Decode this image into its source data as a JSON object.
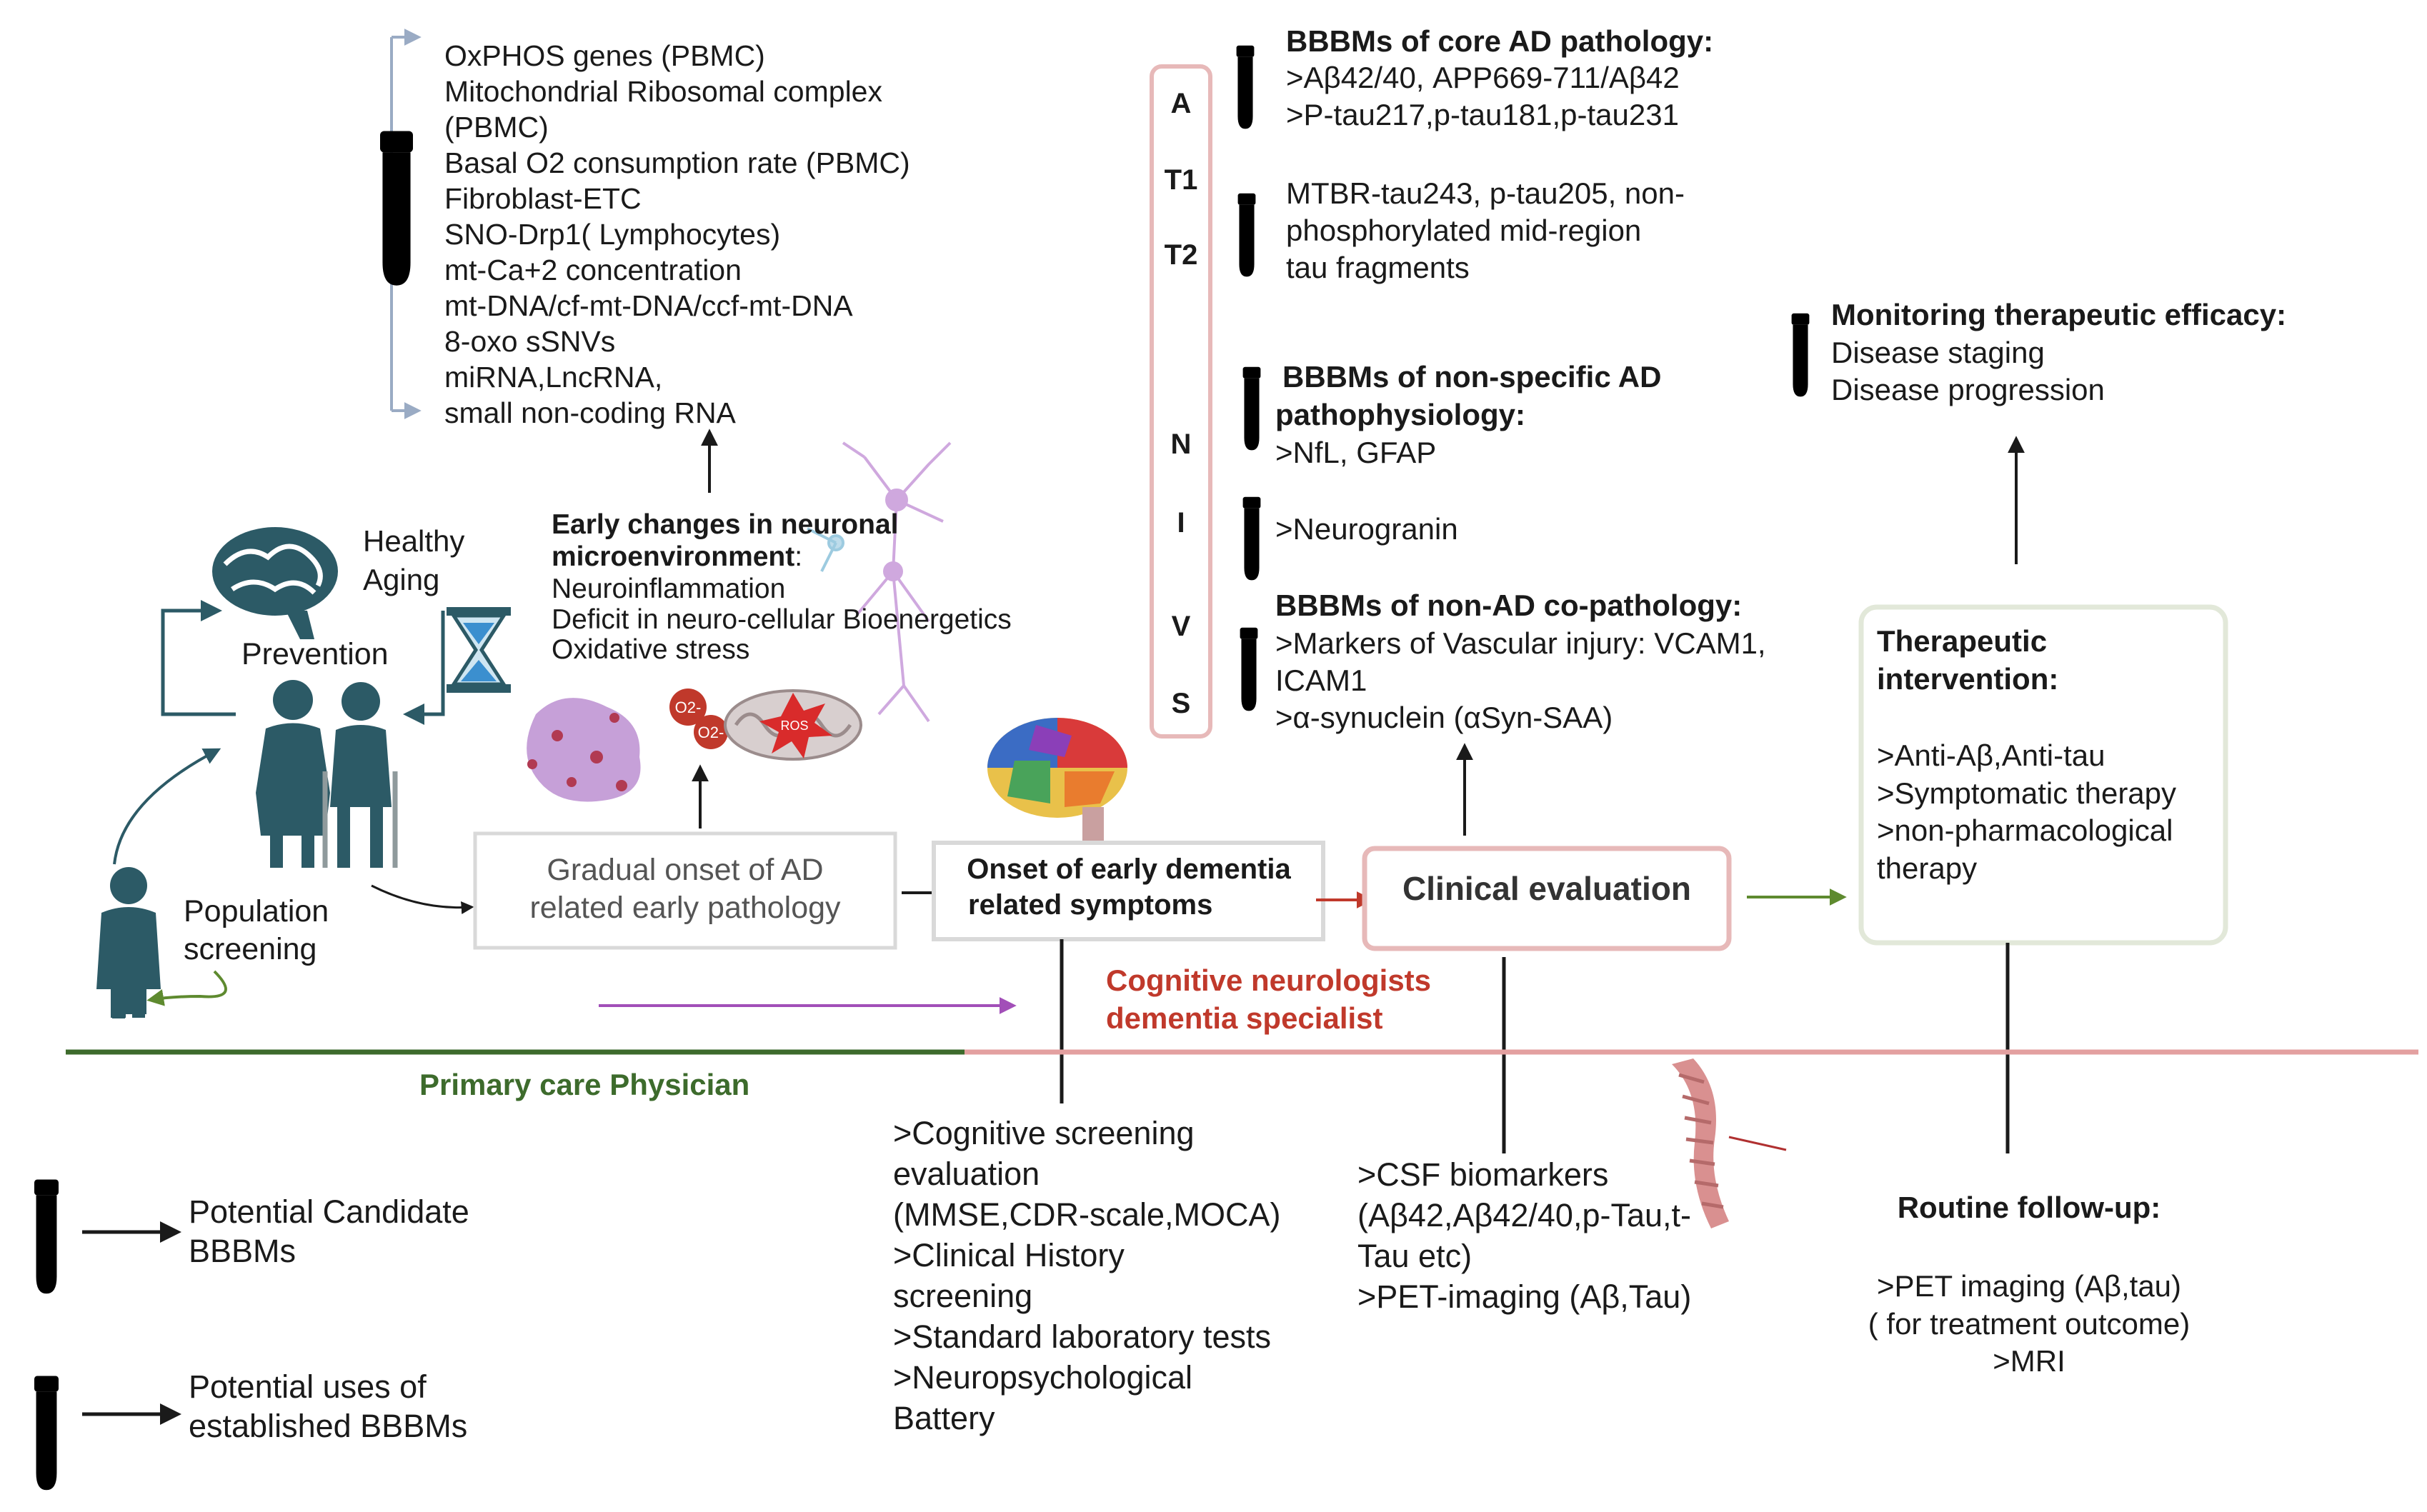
{
  "top_left_list": [
    "OxPHOS genes (PBMC)",
    "Mitochondrial Ribosomal complex",
    "(PBMC)",
    "Basal O2 consumption rate (PBMC)",
    "Fibroblast-ETC",
    "SNO-Drp1( Lymphocytes)",
    "mt-Ca+2 concentration",
    "mt-DNA/cf-mt-DNA/ccf-mt-DNA",
    "8-oxo sSNVs",
    "miRNA,LncRNA,",
    "small non-coding RNA"
  ],
  "healthy_aging": [
    "Healthy",
    "Aging"
  ],
  "prevention": "Prevention",
  "population_screening": [
    "Population",
    "screening"
  ],
  "early_changes": {
    "title_1": "Early changes in neuronal",
    "title_2": "microenvironment",
    "title_suffix": ":",
    "items": [
      "Neuroinflammation",
      "Deficit in neuro-cellular Bioenergetics",
      "Oxidative stress"
    ]
  },
  "ros_labels": [
    "O2-",
    "O2-",
    "ROS"
  ],
  "atn": [
    "A",
    "T1",
    "T2",
    "N",
    "I",
    "V",
    "S"
  ],
  "core_ad": {
    "title": "BBBMs of core AD pathology:",
    "lines": [
      ">Aβ42/40, APP669-711/Aβ42",
      ">P-tau217,p-tau181,p-tau231"
    ]
  },
  "mtbr": [
    "MTBR-tau243, p-tau205, non-",
    "phosphorylated mid-region",
    "tau fragments"
  ],
  "non_specific": {
    "title": [
      "BBBMs of non-specific AD",
      "pathophysiology:"
    ],
    "line": ">NfL, GFAP"
  },
  "neurogranin": ">Neurogranin",
  "co_pathology": {
    "title": "BBBMs of non-AD co-pathology:",
    "lines": [
      ">Markers of Vascular injury: VCAM1,",
      "ICAM1",
      ">α-synuclein (αSyn-SAA)"
    ]
  },
  "monitoring": {
    "title": "Monitoring therapeutic efficacy:",
    "lines": [
      "Disease staging",
      "Disease progression"
    ]
  },
  "therapeutic": {
    "title": [
      "Therapeutic",
      "intervention:"
    ],
    "lines": [
      ">Anti-Aβ,Anti-tau",
      ">Symptomatic therapy",
      ">non-pharmacological",
      "therapy"
    ]
  },
  "gradual_onset": [
    "Gradual onset of AD",
    "related early pathology"
  ],
  "onset_dementia": [
    "Onset of early dementia",
    "related symptoms"
  ],
  "clinical_evaluation": "Clinical evaluation",
  "cognitive_specialist": [
    "Cognitive neurologists",
    "dementia specialist"
  ],
  "primary_care": "Primary care Physician",
  "legend": {
    "candidate": [
      "Potential Candidate",
      "BBBMs"
    ],
    "established": [
      "Potential uses of",
      "established BBBMs"
    ]
  },
  "cognitive_screening": [
    ">Cognitive screening",
    "evaluation",
    "(MMSE,CDR-scale,MOCA)",
    ">Clinical History",
    "screening",
    ">Standard laboratory tests",
    ">Neuropsychological",
    "Battery"
  ],
  "csf": [
    ">CSF biomarkers",
    "(Aβ42,Aβ42/40,p-Tau,t-",
    "Tau etc)",
    ">PET-imaging (Aβ,Tau)"
  ],
  "follow_up": {
    "title": "Routine follow-up:",
    "lines": [
      ">PET imaging (Aβ,tau)",
      "( for treatment outcome)",
      ">MRI"
    ]
  },
  "colors": {
    "green_line": "#3d6b2c",
    "red_line": "#e3a0a0",
    "purple_arrow": "#a24fb8",
    "specialist_text": "#c0392b",
    "primary_care_text": "#3d6b2c",
    "icon_teal": "#2c5a66",
    "atn_border": "#e7b9b9"
  }
}
